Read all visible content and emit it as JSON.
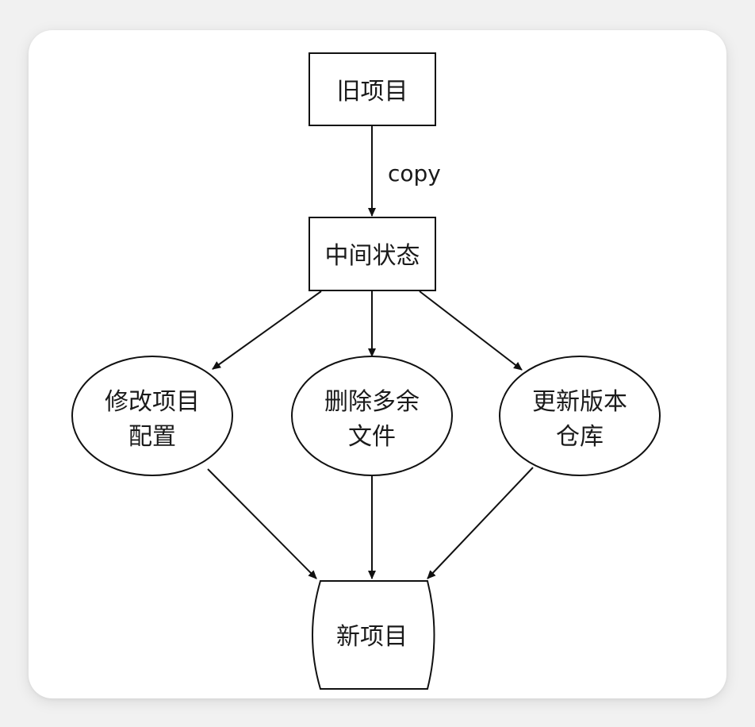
{
  "nodes": {
    "old_project": {
      "label": "旧项目"
    },
    "intermediate_state": {
      "label": "中间状态"
    },
    "modify_config": {
      "line1": "修改项目",
      "line2": "配置"
    },
    "delete_files": {
      "line1": "删除多余",
      "line2": "文件"
    },
    "update_repo": {
      "line1": "更新版本",
      "line2": "仓库"
    },
    "new_project": {
      "label": "新项目"
    }
  },
  "edges": {
    "copy_label": "copy"
  }
}
